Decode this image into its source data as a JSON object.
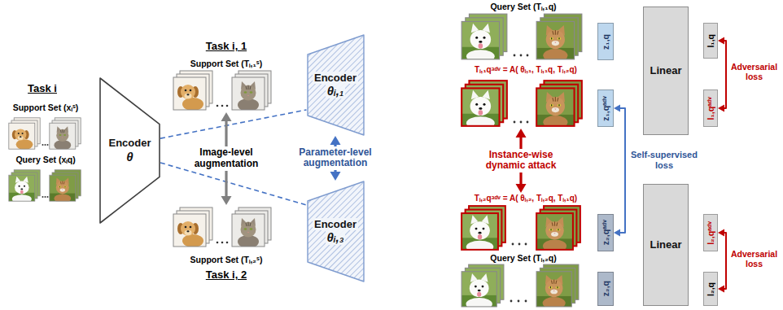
{
  "diagram": {
    "nodes": [
      {
        "text": [
          "Support Set (xᵢˢ)"
        ]
      },
      {
        "text": [
          "Query Set (xᵢq)"
        ]
      },
      {
        "text": [
          "Encoder",
          "θ"
        ]
      },
      {
        "text": [
          "Support Set (Tᵢ,₁ˢ)"
        ]
      },
      {
        "text": [
          "Support Set (Tᵢ,₂ˢ)"
        ]
      },
      {
        "text": [
          "Encoder",
          "θᵢ,₁"
        ]
      },
      {
        "text": [
          "Encoder",
          "θᵢ,₃"
        ]
      },
      {
        "text": [
          "Query Set (Tᵢ,₁q)"
        ]
      },
      {
        "text": [
          "z₁,q"
        ]
      },
      {
        "text": [
          "Tᵢ,₁qᵃᵈᵛ = A( θᵢ,₁, Tᵢ,₁q, Tᵢ,₂q)"
        ]
      },
      {
        "text": [
          "z₁,qᵃᵈᵛ"
        ]
      },
      {
        "text": [
          "Tᵢ,₂qᵃᵈᵛ = A( θᵢ,₂, Tᵢ,₂q, Tᵢ,₁q)"
        ]
      },
      {
        "text": [
          "z₂,qᵃᵈᵛ"
        ]
      },
      {
        "text": [
          "Query Set (Tᵢ,₂q)"
        ]
      },
      {
        "text": [
          "z₂,q"
        ]
      },
      {
        "text": [
          "Linear"
        ]
      },
      {
        "text": [
          "Linear"
        ]
      },
      {
        "text": [
          "l₁,q"
        ]
      },
      {
        "text": [
          "l₁,qᵃᵈᵛ"
        ]
      },
      {
        "text": [
          "l₂,qᵃᵈᵛ"
        ]
      },
      {
        "text": [
          "l₂,q"
        ]
      }
    ],
    "edges": [
      {
        "from": 2,
        "to": 5,
        "arrow": "none"
      },
      {
        "from": 2,
        "to": 6,
        "arrow": "none"
      },
      {
        "from": 3,
        "to": 4,
        "label": "Image-level augmentation",
        "arrow": "both"
      },
      {
        "from": 5,
        "to": 6,
        "label": "Parameter-level augmentation",
        "arrow": "both"
      },
      {
        "from": 9,
        "to": 11,
        "label": "Instance-wise dynamic attack",
        "arrow": "both"
      },
      {
        "from": 10,
        "to": 12,
        "arrow": "both"
      },
      {
        "from": 17,
        "to": 18,
        "arrow": "both"
      },
      {
        "from": 19,
        "to": 20,
        "arrow": "both"
      }
    ],
    "labels": [
      "Task i",
      "Task i, 1",
      "Task i, 2",
      "Self-supervised loss",
      "Adversarial loss",
      "Adversarial loss"
    ]
  }
}
